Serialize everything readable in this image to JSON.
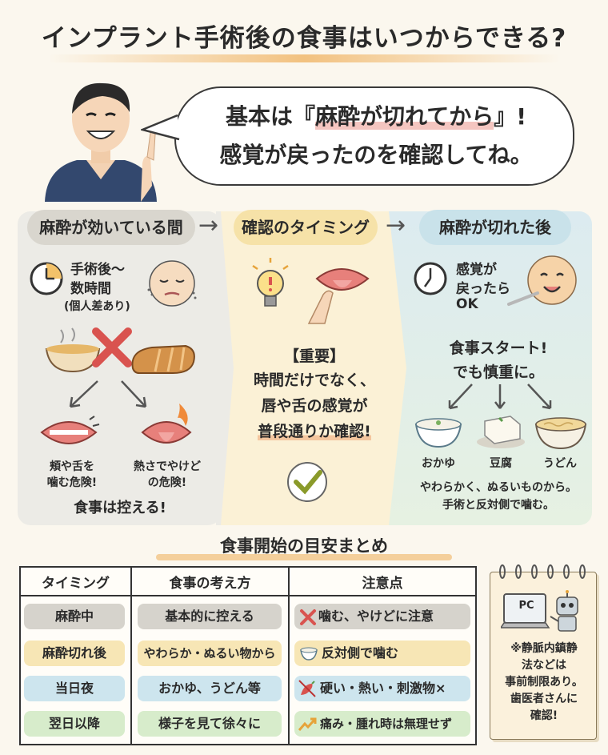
{
  "title": "インプラント手術後の食事はいつからできる?",
  "bubble": {
    "line1_pre": "基本は『",
    "line1_mark": "麻酔が切れてから",
    "line1_post": "』!",
    "line2": "感覚が戻ったのを確認してね。"
  },
  "panels": {
    "a": {
      "header": "麻酔が効いている間",
      "time_line1": "手術後〜",
      "time_line2": "数時間",
      "time_note": "(個人差あり)",
      "risk1_line1": "頬や舌を",
      "risk1_line2": "噛む危険!",
      "risk2_line1": "熱さでやけど",
      "risk2_line2": "の危険!",
      "conclusion": "食事は控える!"
    },
    "b": {
      "header": "確認のタイミング",
      "important": "【重要】",
      "line1": "時間だけでなく、",
      "line2": "唇や舌の感覚が",
      "line3": "普段通りか確認!"
    },
    "c": {
      "header": "麻酔が切れた後",
      "sense_line1": "感覚が",
      "sense_line2": "戻ったら",
      "sense_line3": "OK",
      "start_line1": "食事スタート!",
      "start_line2": "でも慎重に。",
      "foods": [
        "おかゆ",
        "豆腐",
        "うどん"
      ],
      "advice_line1": "やわらかく、ぬるいものから。",
      "advice_line2": "手術と反対側で噛む。"
    }
  },
  "table": {
    "title": "食事開始の目安まとめ",
    "headers": [
      "タイミング",
      "食事の考え方",
      "注意点"
    ],
    "rows": [
      {
        "timing": "麻酔中",
        "idea": "基本的に控える",
        "note": "噛む、やけどに注意",
        "icon": "cross-icon",
        "color": "#d6d3cc"
      },
      {
        "timing": "麻酔切れ後",
        "idea": "やわらか・ぬるい物から",
        "note": "反対側で噛む",
        "icon": "bowl-icon",
        "color": "#f7e6b5"
      },
      {
        "timing": "当日夜",
        "idea": "おかゆ、うどん等",
        "note": "硬い・熱い・刺激物×",
        "icon": "pepper-icon",
        "color": "#cde5ee"
      },
      {
        "timing": "翌日以降",
        "idea": "様子を見て徐々に",
        "note": "痛み・腫れ時は無理せず",
        "icon": "trend-up-icon",
        "color": "#d7eccb"
      }
    ]
  },
  "note": {
    "pc_label": "PC",
    "text_line1": "※静脈内鎮静",
    "text_line2": "法などは",
    "text_line3": "事前制限あり。",
    "text_line4": "歯医者さんに",
    "text_line5": "確認!"
  }
}
